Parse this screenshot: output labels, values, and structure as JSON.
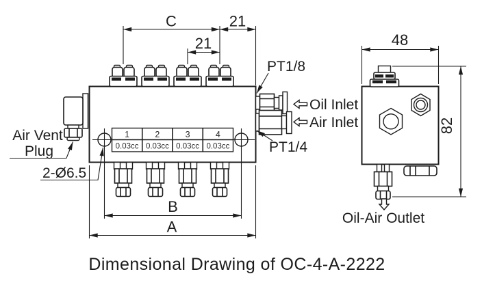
{
  "title": "Dimensional Drawing of OC-4-A-2222",
  "front_view": {
    "dim_c": "C",
    "dim_pitch_end": "21",
    "dim_pitch_inner": "21",
    "dim_b": "B",
    "dim_a": "A",
    "air_vent_line1": "Air Vent",
    "air_vent_line2": "Plug",
    "mount_holes": "2-Ø6.5",
    "port_top": "PT1/8",
    "port_bottom": "PT1/4",
    "oil_inlet": "Oil Inlet",
    "air_inlet": "Air Inlet",
    "table": {
      "outlets": [
        "1",
        "2",
        "3",
        "4"
      ],
      "capacities": [
        "0.03cc",
        "0.03cc",
        "0.03cc",
        "0.03cc"
      ]
    }
  },
  "side_view": {
    "dim_width": "48",
    "dim_height": "82",
    "outlet_label": "Oil-Air Outlet"
  },
  "colors": {
    "line": "#1c1c1c",
    "background": "#ffffff"
  }
}
